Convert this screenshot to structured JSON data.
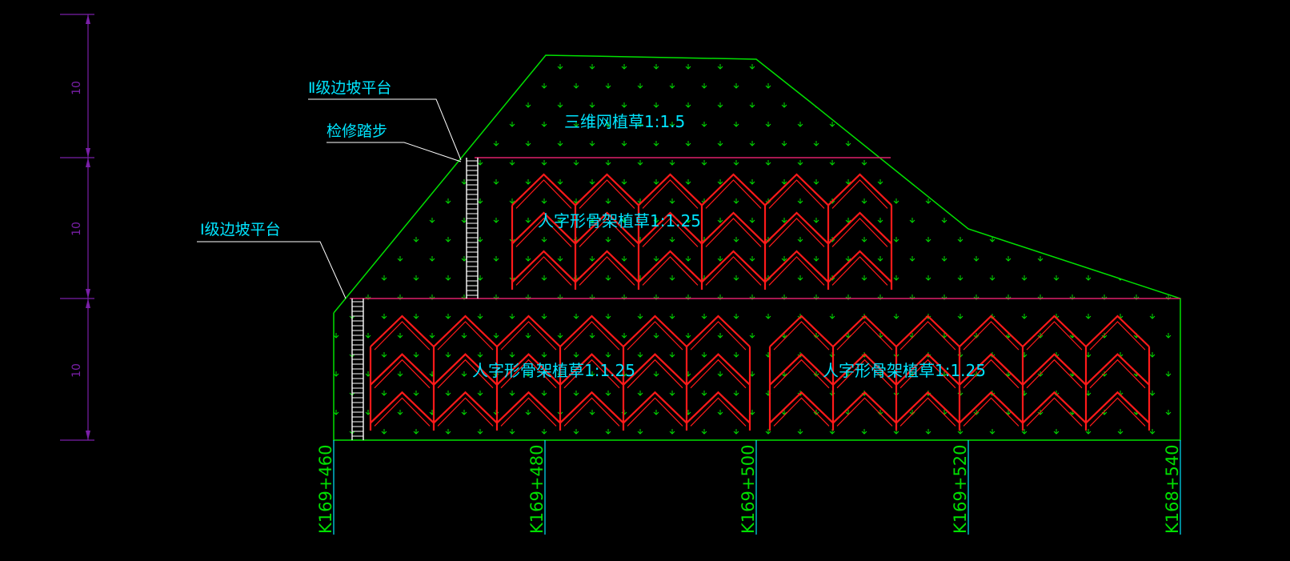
{
  "colors": {
    "background": "#000000",
    "slope_outline": "#00e000",
    "grass": "#00e000",
    "frame": "#ff1a1a",
    "platform_line": "#e0206a",
    "dimension": "#7a1fa8",
    "label_text": "#00e5ff",
    "leader": "#ffffff",
    "station_text": "#00e000",
    "station_line": "#00e5ff"
  },
  "dimensions": [
    "10",
    "10",
    "10"
  ],
  "labels": {
    "platform_2": "Ⅱ级边坡平台",
    "steps": "检修踏步",
    "platform_1": "Ⅰ级边坡平台"
  },
  "zones": {
    "top": "三维网植草1:1.5",
    "middle": "人字形骨架植草1:1.25",
    "bottom_left": "人字形骨架植草1:1.25",
    "bottom_right": "人字形骨架植草1:1.25"
  },
  "stations": [
    "K169+460",
    "K169+480",
    "K169+500",
    "K169+520",
    "K168+540"
  ]
}
